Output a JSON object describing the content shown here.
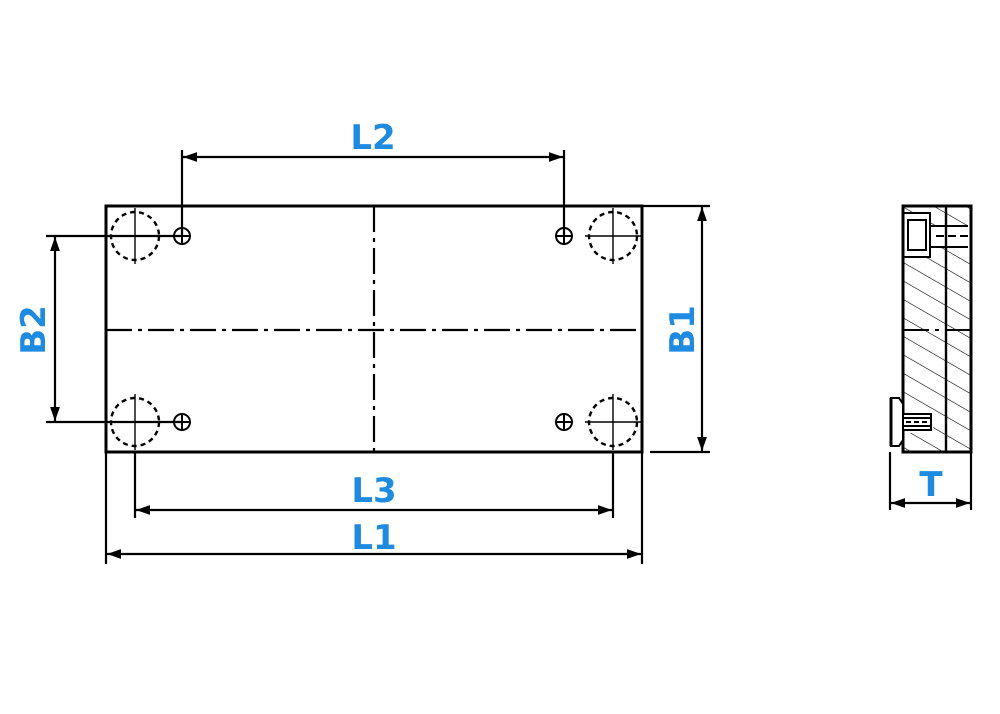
{
  "labels": {
    "l1": "L1",
    "l2": "L2",
    "l3": "L3",
    "b1": "B1",
    "b2": "B2",
    "t": "T"
  },
  "colors": {
    "label": "#1e8be0",
    "line": "#000000",
    "background": "#ffffff"
  }
}
